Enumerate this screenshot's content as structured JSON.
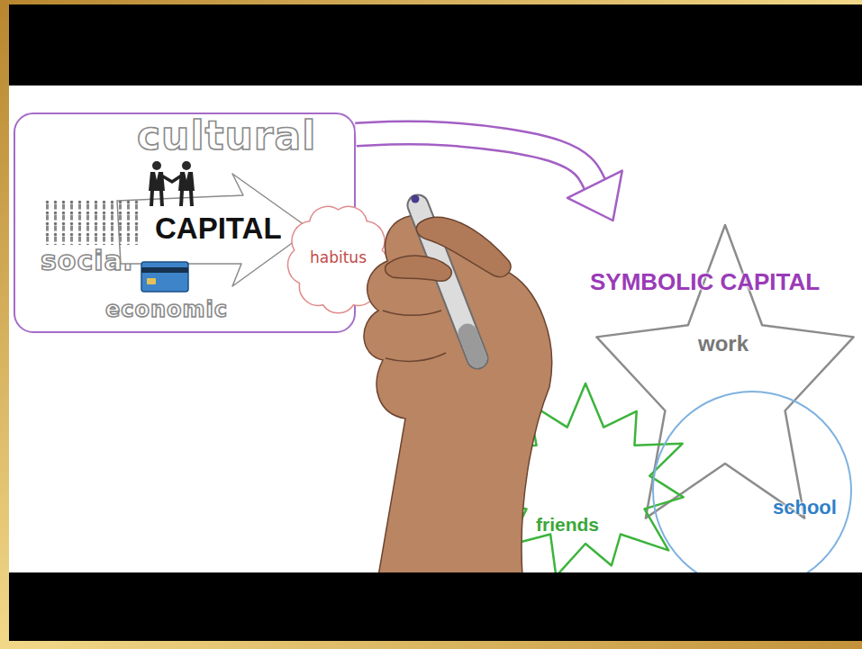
{
  "diagram": {
    "nodes": [
      {
        "text": [
          "cultural",
          "social",
          "economic"
        ]
      },
      {
        "text": [
          "CAPITAL"
        ],
        "in": 0
      },
      {
        "text": [
          "habitus"
        ],
        "in": 0
      },
      {
        "text": [
          "SYMBOLIC CAPITAL",
          "work"
        ]
      },
      {
        "text": [
          "friends"
        ]
      },
      {
        "text": [
          "school"
        ]
      }
    ],
    "edges": [
      {
        "from": 0,
        "to": 3,
        "arrow": "to"
      }
    ]
  }
}
